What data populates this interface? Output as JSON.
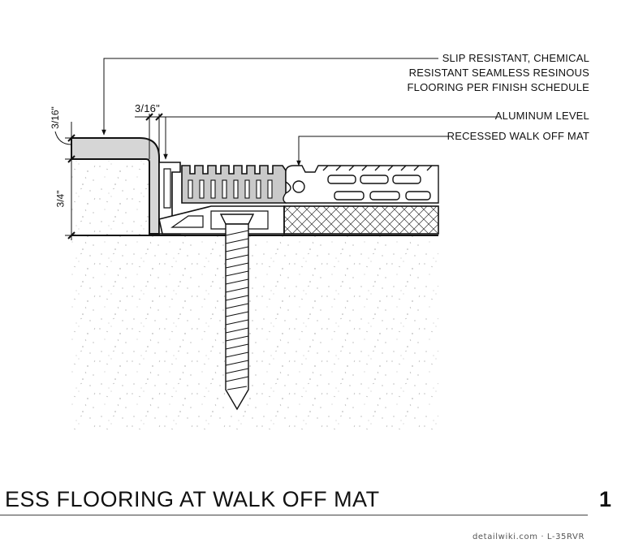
{
  "callouts": {
    "top_line1": "SLIP RESISTANT, CHEMICAL",
    "top_line2": "RESISTANT SEAMLESS RESINOUS",
    "top_line3": "FLOORING PER FINISH SCHEDULE",
    "aluminum": "ALUMINUM LEVEL",
    "mat": "RECESSED WALK OFF MAT"
  },
  "dimensions": {
    "top_thickness": "3/16\"",
    "gap": "3/16\"",
    "height": "3/4\""
  },
  "title_block": {
    "title": "ESS FLOORING AT WALK OFF MAT",
    "number": "1",
    "credit": "detailwiki.com · L-35RVR"
  }
}
